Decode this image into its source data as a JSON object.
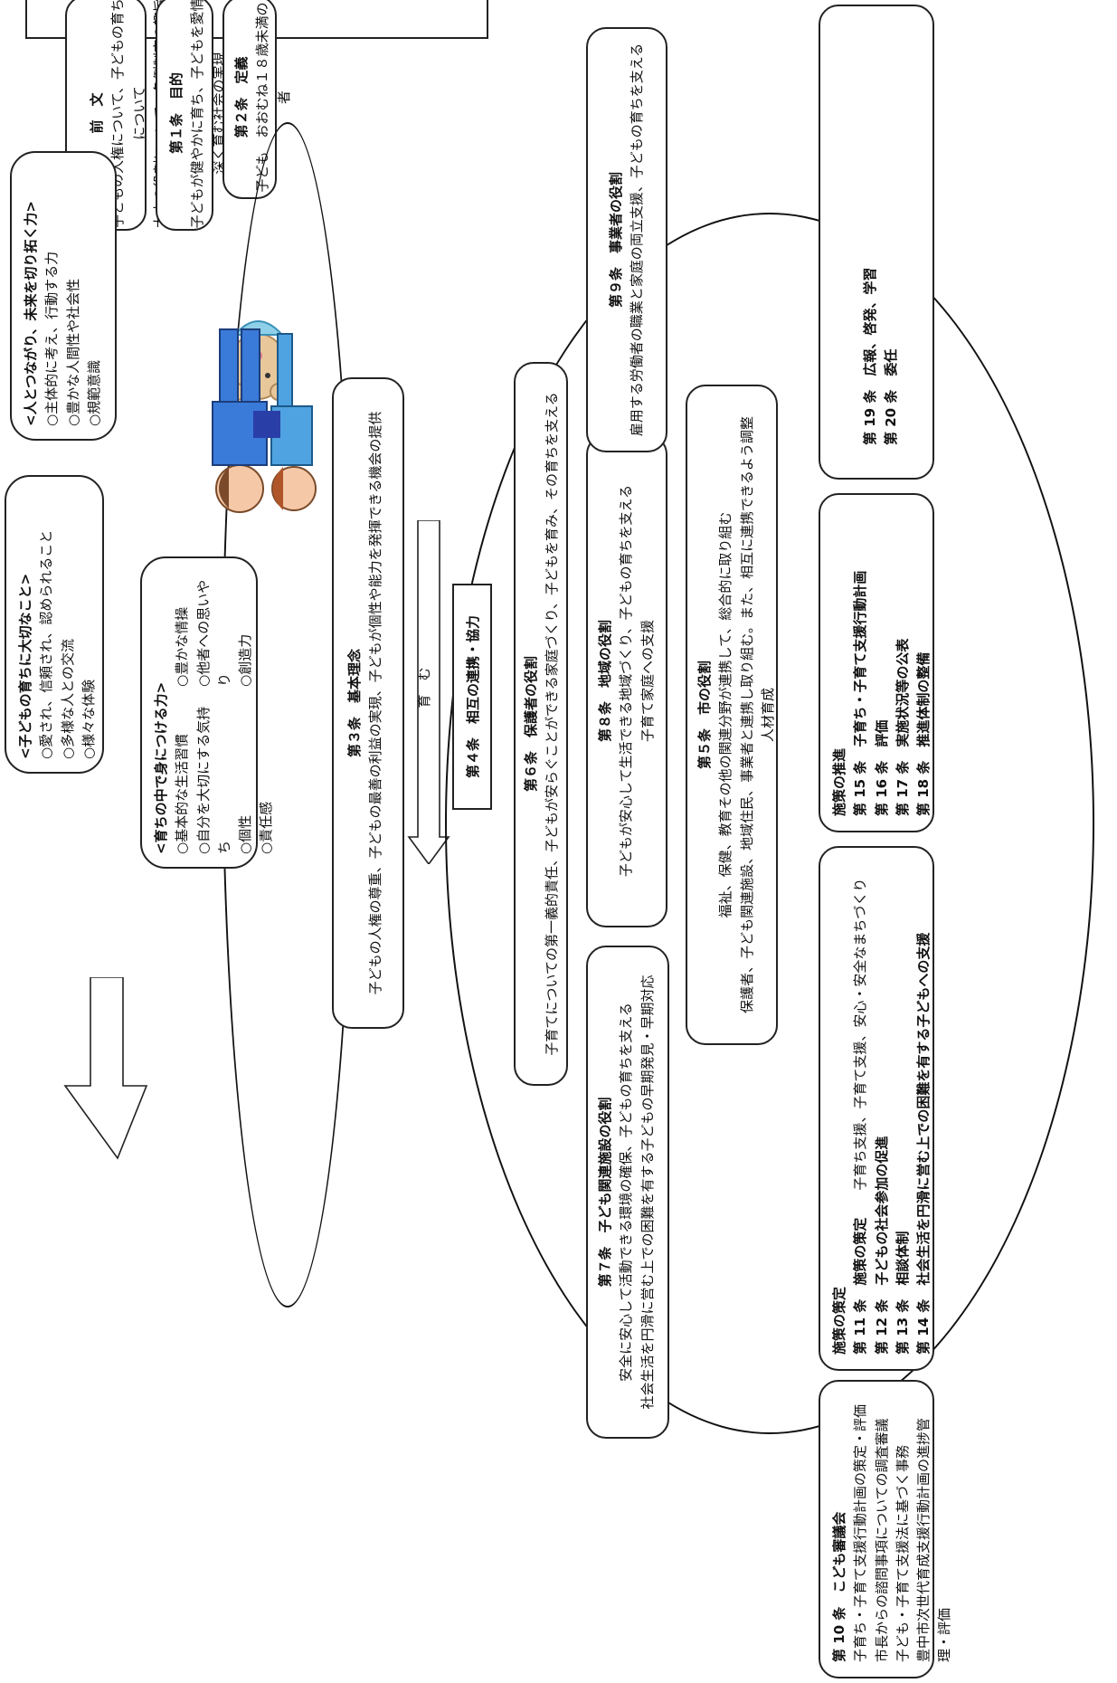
{
  "preamble": {
    "title": "前　文",
    "lines": [
      "子どもの人権について、子どもの育ちについて",
      "大人の役割について、条例制定の趣旨"
    ]
  },
  "art1": {
    "title": "第１条　目的",
    "text": "子どもが健やかに育ち、子どもを愛情深く育む社会の実現"
  },
  "art2": {
    "title": "第２条　定義",
    "text": "子ども　おおむね１８歳未満の者"
  },
  "important": {
    "title": "<子どもの育ちに大切なこと>",
    "items": [
      "○愛され、信頼され、認められること",
      "○多様な人との交流",
      "○様々な体験"
    ]
  },
  "growth": {
    "title": "<育ちの中で身につける力>",
    "left": [
      "○基本的な生活習慣",
      "○自分を大切にする気持ち",
      "○個性",
      "○責任感"
    ],
    "right": [
      "○豊かな情操",
      "○他者への思いやり",
      "○創造力"
    ]
  },
  "future": {
    "title": "<人とつながり、未来を切り拓く力>",
    "items": [
      "○主体的に考え、行動する力",
      "○豊かな人間性や社会性",
      "○規範意識"
    ]
  },
  "art3": {
    "title": "第３条　基本理念",
    "text": "子どもの人権の尊重、子どもの最善の利益の実現、子どもが個性や能力を発揮できる機会の提供"
  },
  "nurture": "育　む",
  "art4": "第４条　相互の連携・協力",
  "art6": {
    "title": "第６条　保護者の役割",
    "text": "子育てについての第一義的責任、子どもが安らぐことができる家庭づくり、子どもを育み、その育ちを支える"
  },
  "art7": {
    "title": "第７条　子ども関連施設の役割",
    "lines": [
      "安全に安心して活動できる環境の確保、子どもの育ちを支える",
      "社会生活を円滑に営む上での困難を有する子どもの早期発見・早期対応"
    ]
  },
  "art8": {
    "title": "第８条　地域の役割",
    "lines": [
      "子どもが安心して生活できる地域づくり、子どもの育ちを支える",
      "子育て家庭への支援"
    ]
  },
  "art5": {
    "title": "第５条　市の役割",
    "lines": [
      "福祉、保健、教育その他の関連分野が連携して、総合的に取り組む",
      "保護者、子ども関連施設、地域住民、事業者と連携し取り組む。また、相互に連携できるよう調整",
      "人材育成"
    ]
  },
  "art9": {
    "title": "第９条　事業者の役割",
    "text": "雇用する労働者の職業と家庭の両立支援、子どもの育ちを支える"
  },
  "council": {
    "title": "第 10 条　こども審議会",
    "items": [
      "子育ち・子育て支援行動計画の策定・評価",
      "市長からの諮問事項についての調査審議",
      "子ども・子育て支援法に基づく事務",
      "豊中市次世代育成支援行動計画の進捗管理・評価"
    ]
  },
  "policy_formulation": {
    "title": "施策の策定",
    "rows": [
      {
        "num": "第 11 条",
        "label": "施策の策定",
        "extra": "子育ち支援、子育て支援、安心・安全なまちづくり"
      },
      {
        "num": "第 12 条",
        "label": "子どもの社会参加の促進",
        "extra": ""
      },
      {
        "num": "第 13 条",
        "label": "相談体制",
        "extra": ""
      },
      {
        "num": "第 14 条",
        "label": "社会生活を円滑に営む上での困難を有する子どもへの支援",
        "extra": ""
      }
    ]
  },
  "policy_promotion": {
    "title": "施策の推進",
    "rows": [
      {
        "num": "第 15 条",
        "label": "子育ち・子育て支援行動計画"
      },
      {
        "num": "第 16 条",
        "label": "評価"
      },
      {
        "num": "第 17 条",
        "label": "実施状況等の公表"
      },
      {
        "num": "第 18 条",
        "label": "推進体制の整備"
      }
    ]
  },
  "misc": {
    "rows": [
      {
        "num": "第 19 条",
        "label": "広報、啓発、学習"
      },
      {
        "num": "第 20 条",
        "label": "委任"
      }
    ]
  }
}
